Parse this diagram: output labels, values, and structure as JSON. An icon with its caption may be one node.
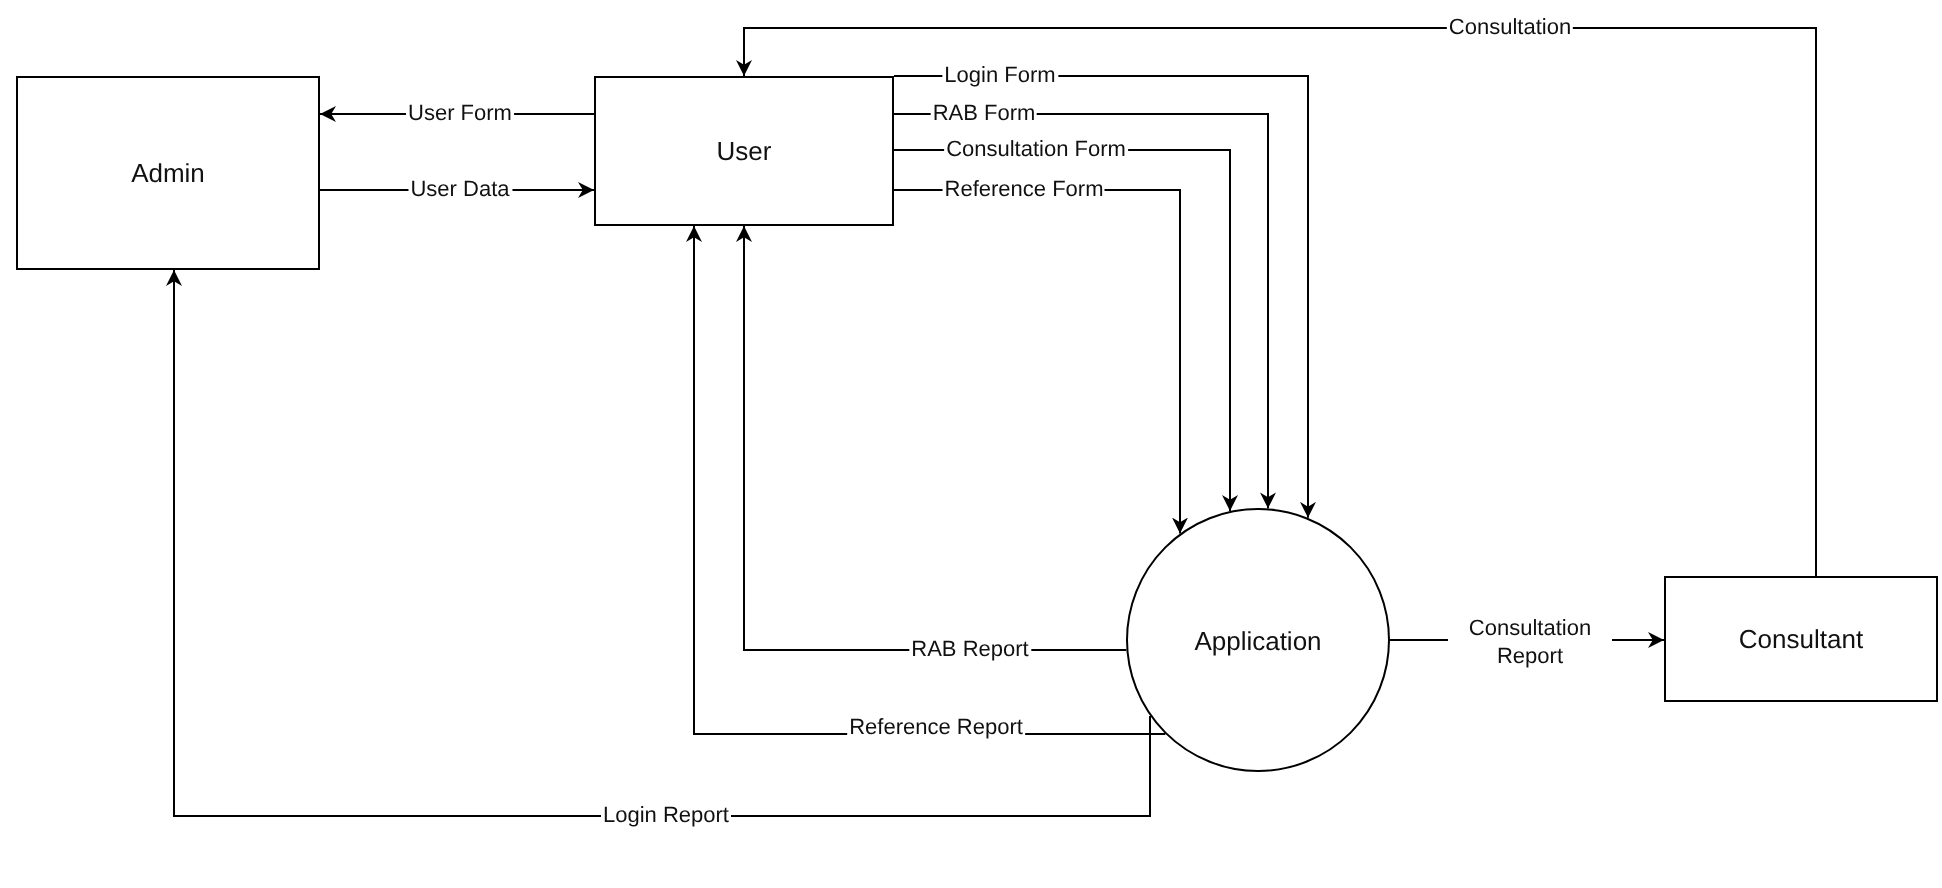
{
  "diagram": {
    "nodes": [
      {
        "text": [
          "Admin"
        ]
      },
      {
        "text": [
          "User"
        ]
      },
      {
        "text": [
          "Application"
        ]
      },
      {
        "text": [
          "Consultant"
        ]
      }
    ],
    "edges": [
      {
        "from": 1,
        "to": 0,
        "arrow": "to",
        "label": "User Form"
      },
      {
        "from": 0,
        "to": 1,
        "arrow": "to",
        "label": "User Data"
      },
      {
        "from": 1,
        "to": 2,
        "arrow": "to",
        "label": "Login Form"
      },
      {
        "from": 1,
        "to": 2,
        "arrow": "to",
        "label": "RAB Form"
      },
      {
        "from": 1,
        "to": 2,
        "arrow": "to",
        "label": "Consultation Form"
      },
      {
        "from": 1,
        "to": 2,
        "arrow": "to",
        "label": "Reference Form"
      },
      {
        "from": 2,
        "to": 1,
        "arrow": "to",
        "label": "RAB Report"
      },
      {
        "from": 2,
        "to": 1,
        "arrow": "to",
        "label": "Reference Report"
      },
      {
        "from": 2,
        "to": 0,
        "arrow": "to",
        "label": "Login Report"
      },
      {
        "from": 2,
        "to": 3,
        "arrow": "to",
        "label": "Consultation Report"
      },
      {
        "from": 3,
        "to": 1,
        "arrow": "to",
        "label": "Consultation"
      }
    ]
  }
}
